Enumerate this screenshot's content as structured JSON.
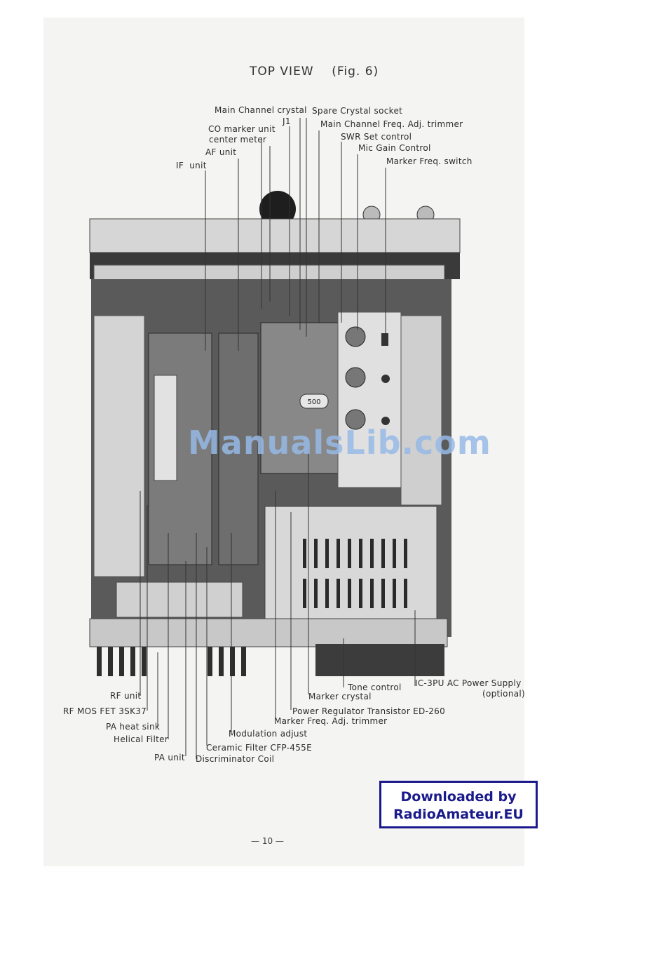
{
  "title": "TOP VIEW    (Fig. 6)",
  "labels": {
    "main_channel_crystal": "Main Channel crystal",
    "spare_crystal_socket": "Spare Crystal socket",
    "j1": "J1",
    "main_channel_freq_adj": "Main Channel Freq. Adj. trimmer",
    "co_marker_unit": "CO marker unit",
    "center_meter": "center meter",
    "swr_set_control": "SWR Set control",
    "af_unit": "AF unit",
    "mic_gain_control": "Mic Gain Control",
    "if_unit": "IF  unit",
    "marker_freq_switch": "Marker Freq. switch",
    "tone_control": "Tone control",
    "ic3pu_power_supply": "IC-3PU AC Power Supply",
    "optional": "(optional)",
    "rf_unit": "RF unit",
    "marker_crystal": "Marker crystal",
    "rf_mos_fet": "RF MOS FET 3SK37",
    "power_regulator": "Power Regulator Transistor ED-260",
    "marker_freq_adj": "Marker Freq. Adj. trimmer",
    "pa_heat_sink": "PA heat sink",
    "modulation_adjust": "Modulation adjust",
    "helical_filter": "Helical Filter",
    "ceramic_filter": "Ceramic Filter CFP-455E",
    "pa_unit": "PA unit",
    "discriminator_coil": "Discriminator Coil"
  },
  "photo_text": {
    "meter_label": "500"
  },
  "watermark": "ManualsLib.com",
  "badge": {
    "line1": "Downloaded by",
    "line2": "RadioAmateur.EU"
  },
  "page_number": "— 10 —"
}
